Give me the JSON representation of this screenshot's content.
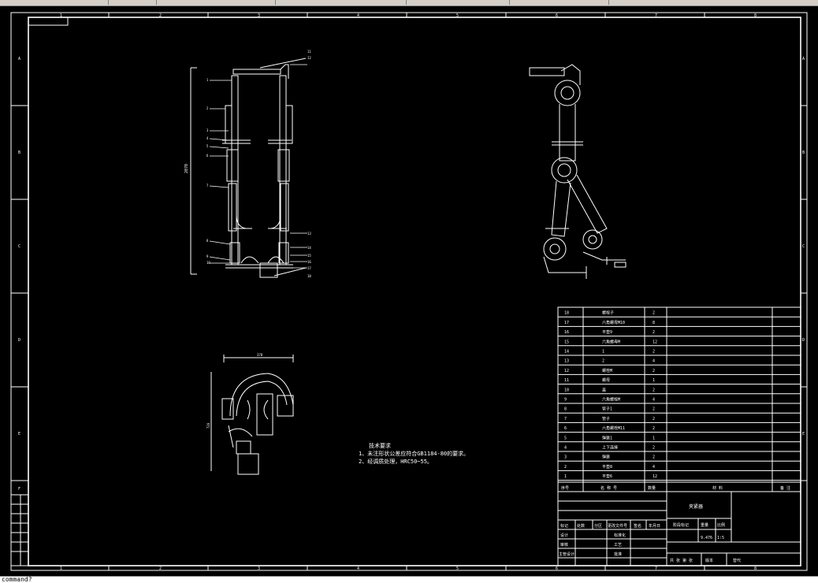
{
  "window": {
    "command_prompt": "command?"
  },
  "frame": {
    "col_labels": [
      "1",
      "2",
      "3",
      "4",
      "5",
      "6",
      "7",
      "8"
    ],
    "row_labels": [
      "A",
      "B",
      "C",
      "D",
      "E",
      "F"
    ]
  },
  "drawing": {
    "dim_overall_h": "2070",
    "dim_width": "378",
    "dim_height": "720",
    "callouts_front": [
      "1",
      "2",
      "3",
      "4",
      "5",
      "6",
      "7",
      "8",
      "9",
      "10",
      "11",
      "12",
      "13",
      "14",
      "15",
      "16",
      "17",
      "18"
    ]
  },
  "notes": {
    "title": "技术要求",
    "line1": "1、未注形状公差应符合GB1184-80的要求。",
    "line2": "2、经调质处理，HRC50~55。"
  },
  "bom": {
    "rows": [
      {
        "no": "18",
        "name": "螺栓子",
        "qty": "2"
      },
      {
        "no": "17",
        "name": "六角螺母M10",
        "qty": "8"
      },
      {
        "no": "16",
        "name": "平垫9",
        "qty": "2"
      },
      {
        "no": "15",
        "name": "六角螺母M",
        "qty": "12"
      },
      {
        "no": "14",
        "name": "1",
        "qty": "2"
      },
      {
        "no": "13",
        "name": "2",
        "qty": "4"
      },
      {
        "no": "12",
        "name": "螺栓M",
        "qty": "2"
      },
      {
        "no": "11",
        "name": "螺母",
        "qty": "1"
      },
      {
        "no": "10",
        "name": "盖",
        "qty": "2"
      },
      {
        "no": "9",
        "name": "六角螺栓M",
        "qty": "4"
      },
      {
        "no": "8",
        "name": "管子1",
        "qty": "2"
      },
      {
        "no": "7",
        "name": "管子",
        "qty": "2"
      },
      {
        "no": "6",
        "name": "六角螺栓M11",
        "qty": "2"
      },
      {
        "no": "5",
        "name": "弹簧1",
        "qty": "1"
      },
      {
        "no": "4",
        "name": "上下连接",
        "qty": "2"
      },
      {
        "no": "3",
        "name": "弹簧",
        "qty": "2"
      },
      {
        "no": "2",
        "name": "平垫8",
        "qty": "4"
      },
      {
        "no": "1",
        "name": "平垫6",
        "qty": "12"
      }
    ],
    "header": {
      "no": "序号",
      "name": "名 称 号",
      "qty": "数量",
      "material": "材 料",
      "remark": "备 注"
    }
  },
  "title_block": {
    "part_name": "夹紧器",
    "labels": {
      "mark": "标记",
      "count": "处数",
      "zone": "分区",
      "doc": "更改文件号",
      "sign": "签名",
      "date": "年月日",
      "design": "设计",
      "std": "标准化",
      "check": "审核",
      "process": "工艺",
      "chief": "主管设计",
      "approve": "批准",
      "stage": "阶段标记",
      "weight": "重量",
      "scale": "比例",
      "sheets": "共 张 第 张",
      "version": "版本",
      "replace": "替代"
    },
    "weight_value": "9.476",
    "scale_value": "1:5"
  }
}
